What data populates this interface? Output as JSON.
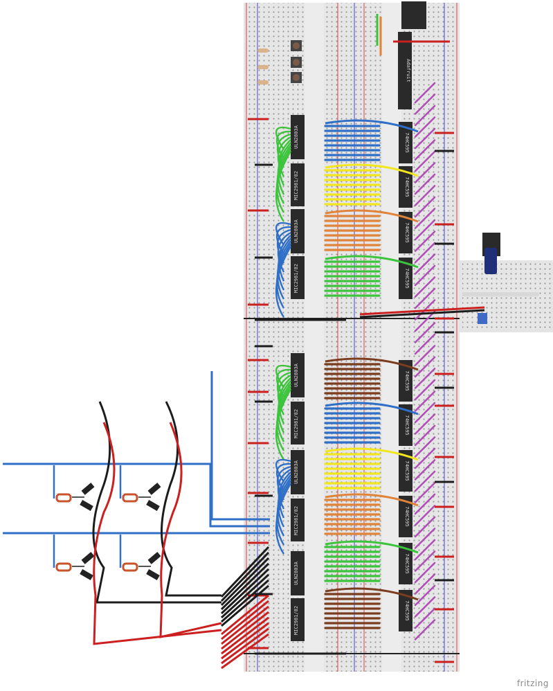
{
  "watermark": "fritzing",
  "chips": {
    "left_column": [
      "ULN2803A",
      "MIC2981/82",
      "ULN2803A",
      "MIC2981/82",
      "ULN2803A",
      "MIC2981/82",
      "ULN2803A",
      "MIC2981/82",
      "ULN2803A",
      "MIC2981/82"
    ],
    "right_column": [
      "74HC595",
      "74HC595",
      "74HC595",
      "74HC595",
      "74HC595",
      "74HC595",
      "74HC595",
      "74HC595",
      "74HC595",
      "74HC595"
    ],
    "top": "Adafruit"
  },
  "wire_colors": {
    "blue": "#2f6fc7",
    "yellow": "#f2e61f",
    "orange": "#e0843a",
    "green": "#3cc43c",
    "brown": "#7a3d1e",
    "red": "#cc1f1f",
    "black": "#1c1c1c",
    "purple": "#b14fb7"
  }
}
